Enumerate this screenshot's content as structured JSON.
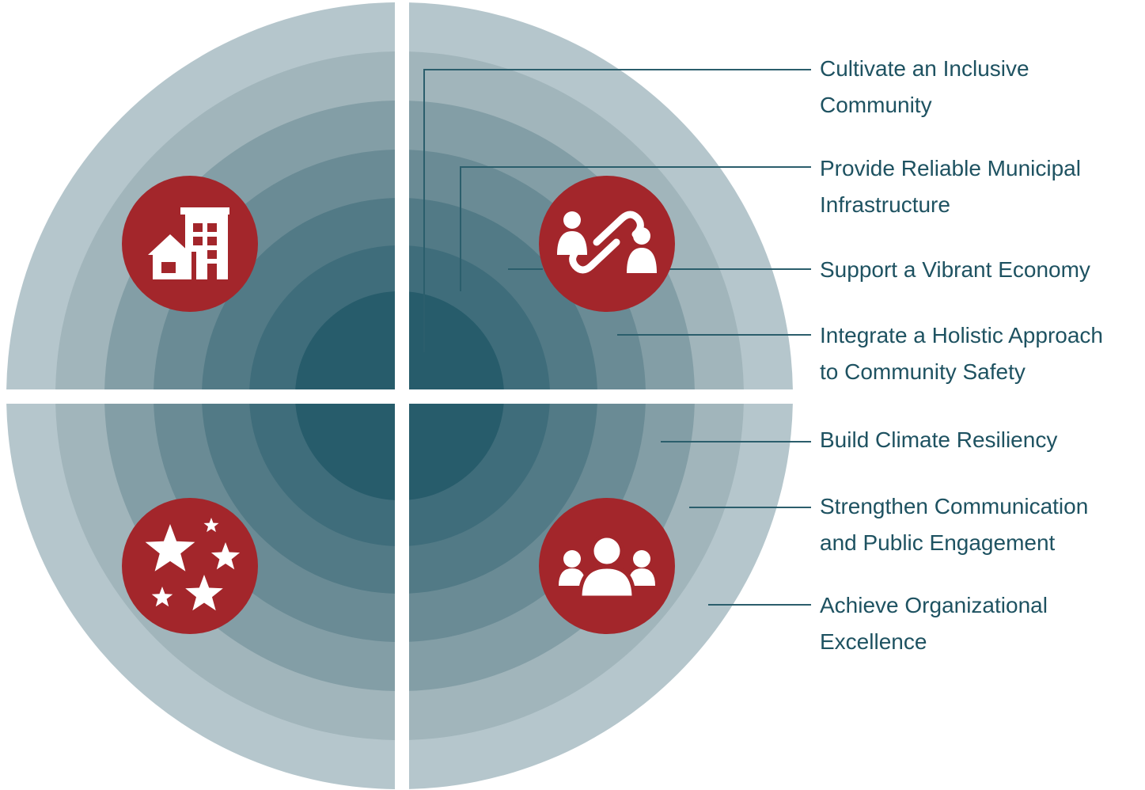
{
  "colors": {
    "background": "#ffffff",
    "rings": [
      "#b5c6cc",
      "#a1b5bb",
      "#839ea6",
      "#6a8b95",
      "#527a86",
      "#3f6d7b",
      "#275c6b"
    ],
    "icon_circle": "#a3262b",
    "leader_line": "#2b5e6c",
    "label_text": "#1e5261"
  },
  "quadrant_icons": [
    {
      "name": "housing",
      "description": "building-with-house-icon"
    },
    {
      "name": "partnership",
      "description": "people-chain-link-icon"
    },
    {
      "name": "quality-of-life",
      "description": "stars-icon"
    },
    {
      "name": "community",
      "description": "people-group-icon"
    }
  ],
  "goals": [
    {
      "line1": "Cultivate an Inclusive",
      "line2": "Community"
    },
    {
      "line1": "Provide Reliable Municipal",
      "line2": "Infrastructure"
    },
    {
      "line1": "Support a Vibrant Economy",
      "line2": ""
    },
    {
      "line1": "Integrate a Holistic Approach",
      "line2": "to Community Safety"
    },
    {
      "line1": "Build Climate Resiliency",
      "line2": ""
    },
    {
      "line1": "Strengthen Communication",
      "line2": "and Public Engagement"
    },
    {
      "line1": "Achieve Organizational",
      "line2": "Excellence"
    }
  ]
}
